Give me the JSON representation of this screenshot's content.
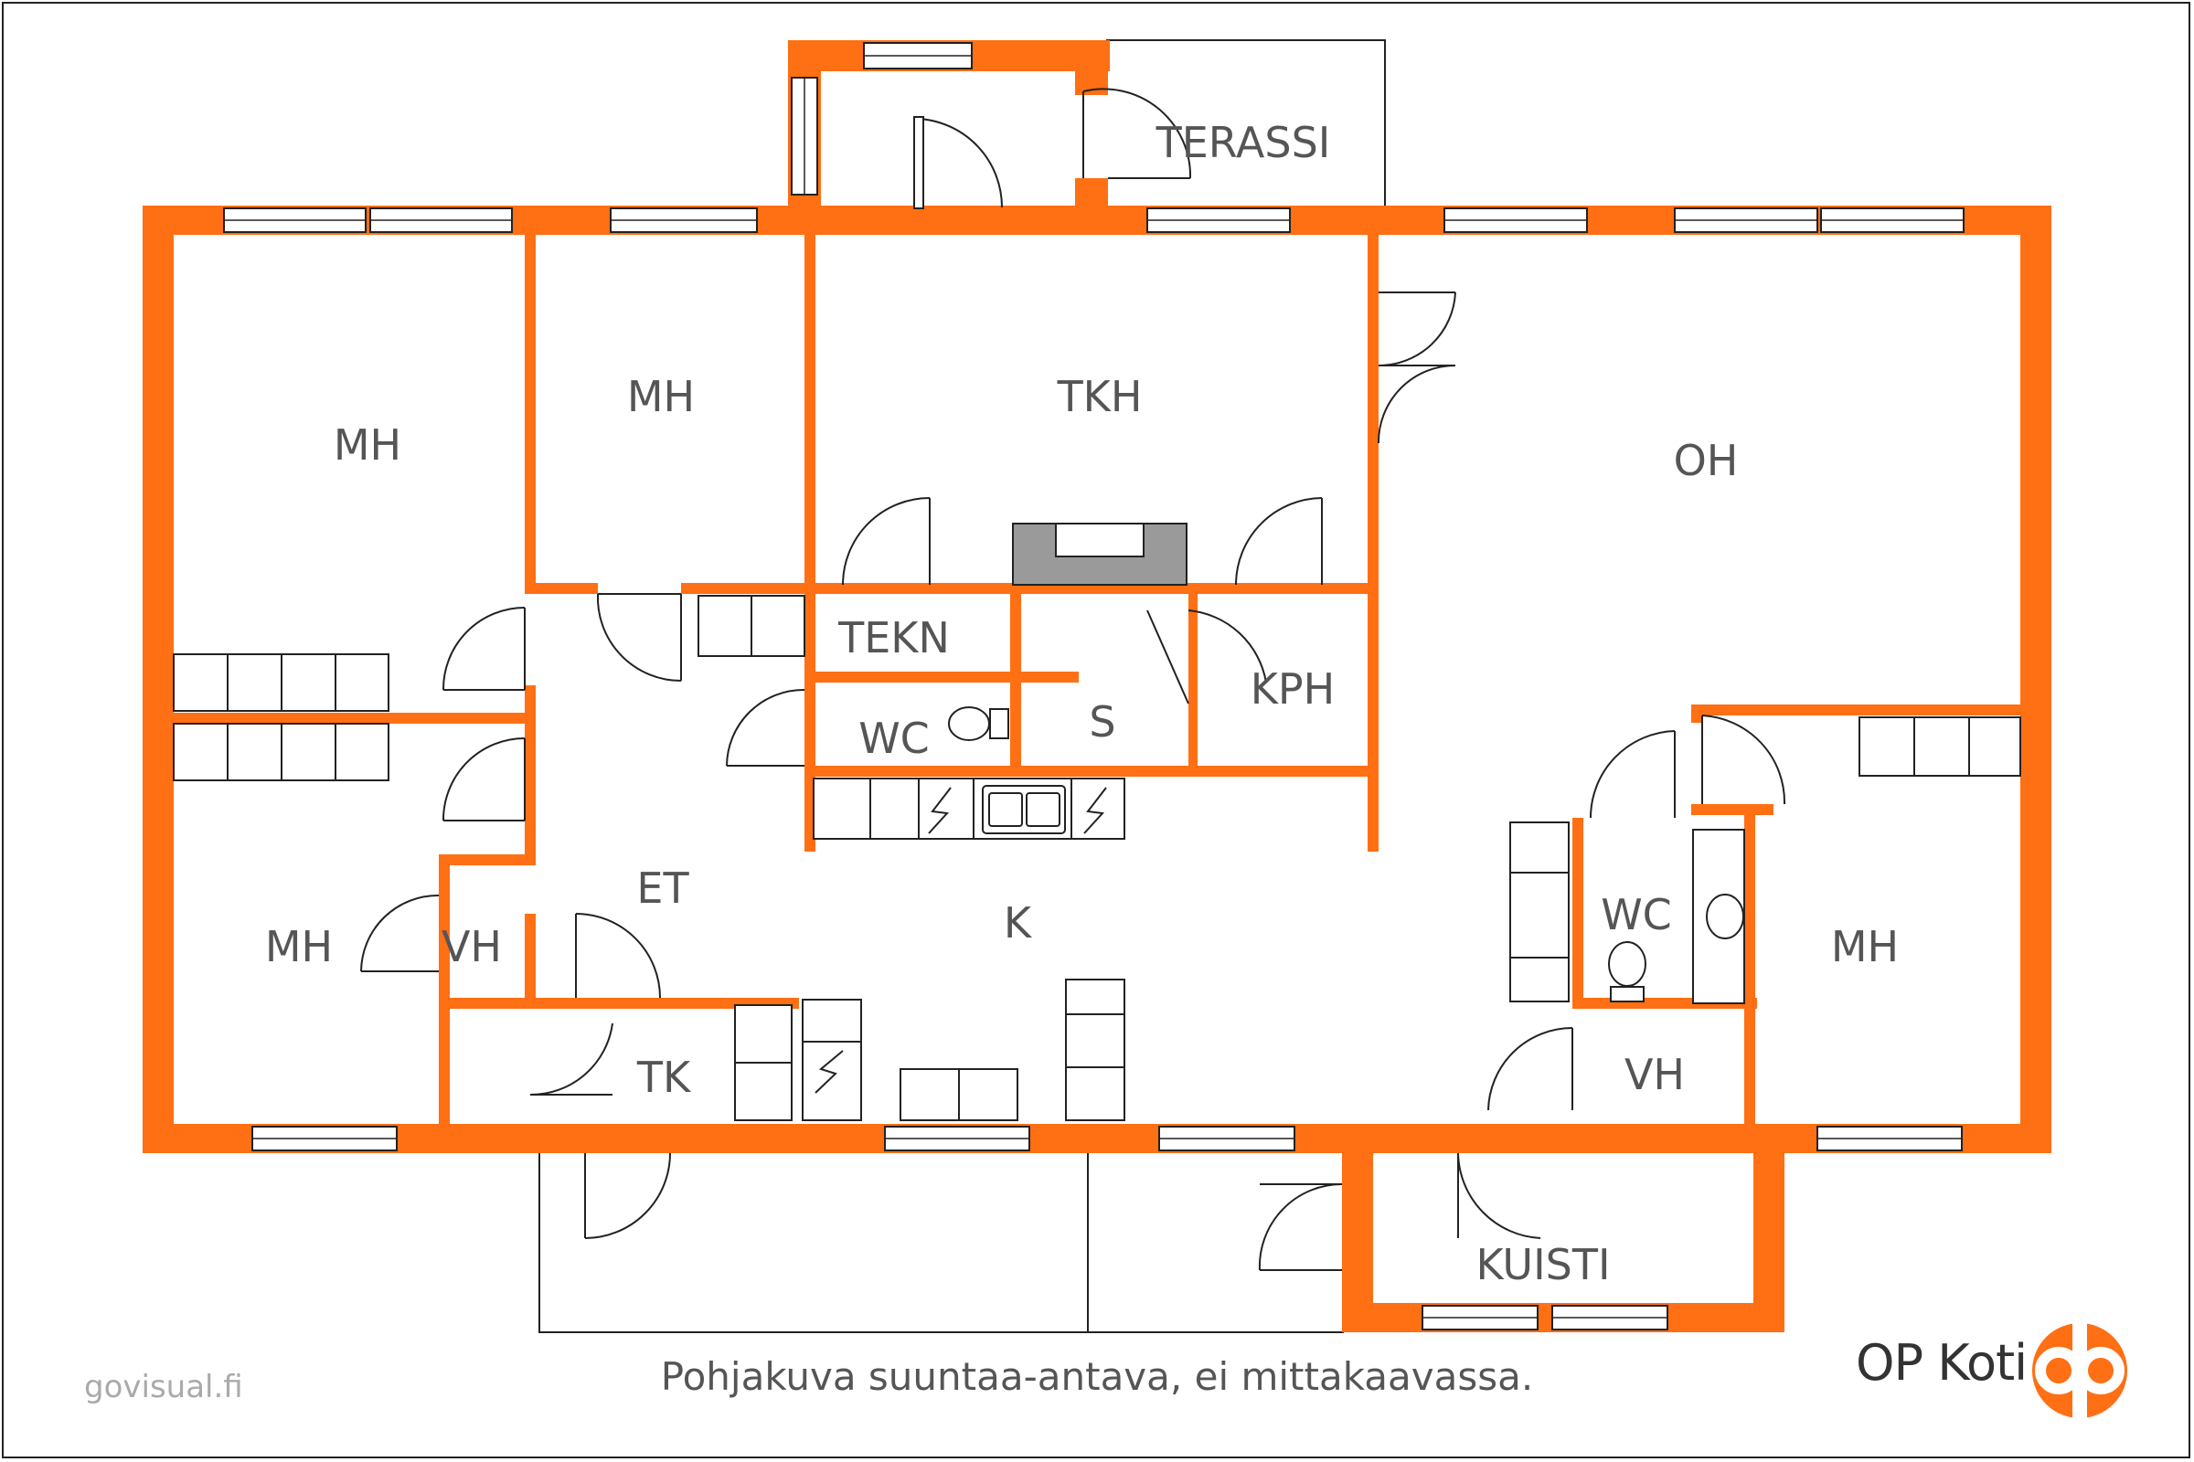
{
  "colors": {
    "wall": "#FF6F14",
    "line": "#222222",
    "label": "#555555",
    "logo": "#FF6F14"
  },
  "rooms": {
    "mh_west": "MH",
    "mh_north": "MH",
    "tkh": "TKH",
    "oh": "OH",
    "terassi": "TERASSI",
    "tekn": "TEKN",
    "wc_center": "WC",
    "s": "S",
    "kph": "KPH",
    "et": "ET",
    "k": "K",
    "mh_southwest": "MH",
    "vh_west": "VH",
    "tk": "TK",
    "wc_east": "WC",
    "mh_east": "MH",
    "vh_east": "VH",
    "kuisti": "KUISTI"
  },
  "footer": {
    "note": "Pohjakuva suuntaa-antava, ei mittakaavassa.",
    "credit": "govisual.fi",
    "brand": "OP Koti"
  },
  "icons": {
    "logo": "op-logo-icon",
    "stove": "lightning-icon"
  }
}
